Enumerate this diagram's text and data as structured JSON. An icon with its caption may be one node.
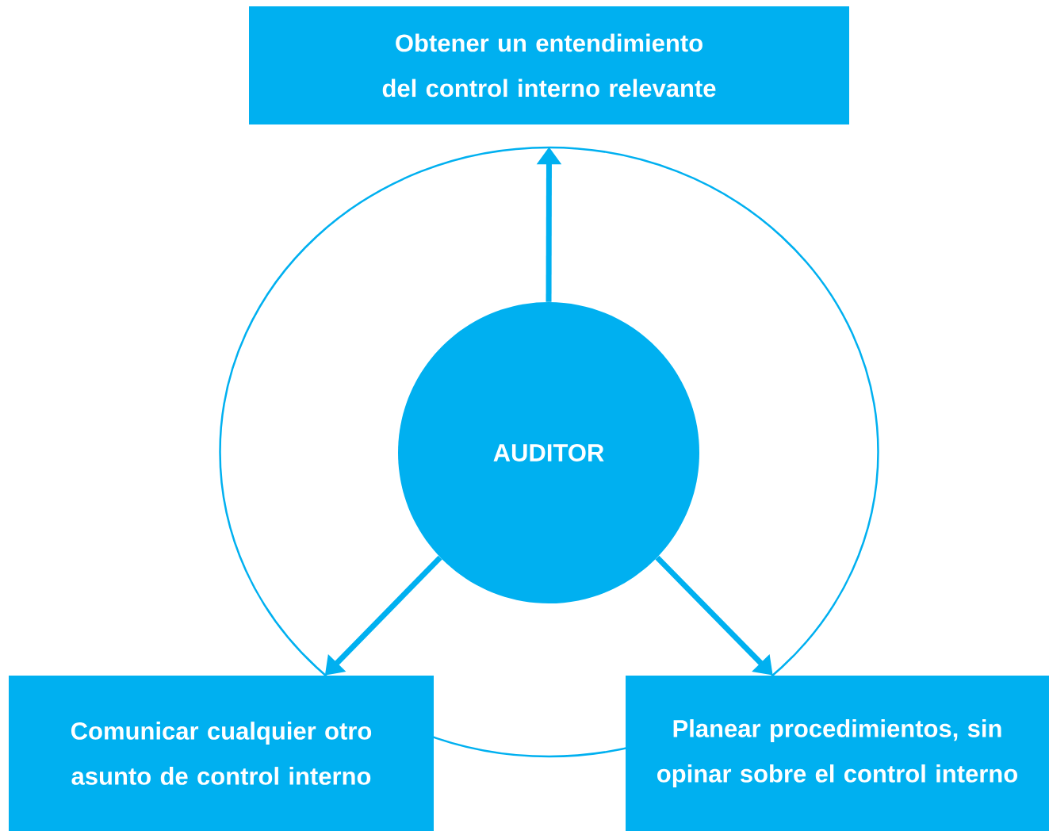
{
  "diagram": {
    "nodes": [
      {
        "text": [
          "Obtener un entendimiento del control interno relevante"
        ]
      },
      {
        "text": [
          "AUDITOR"
        ]
      },
      {
        "text": [
          "Comunicar cualquier otro asunto de control interno"
        ]
      },
      {
        "text": [
          "Planear procedimientos, sin opinar sobre el control interno"
        ]
      }
    ],
    "edges": [
      {
        "from": 1,
        "to": 0,
        "arrow": "to"
      },
      {
        "from": 1,
        "to": 2,
        "arrow": "to"
      },
      {
        "from": 1,
        "to": 3,
        "arrow": "to"
      }
    ]
  }
}
